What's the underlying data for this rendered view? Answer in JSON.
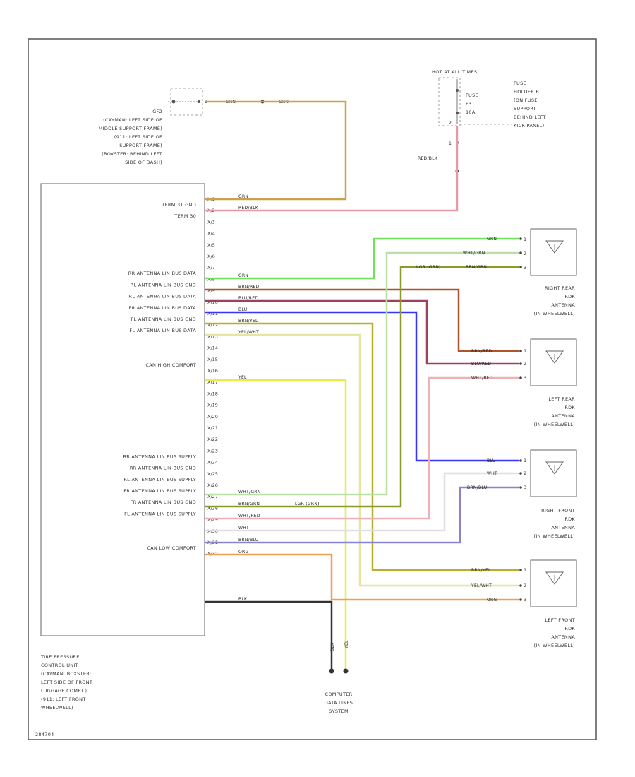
{
  "g1_label": "GF2",
  "g1_desc": [
    "(CAYMAN: LEFT SIDE OF",
    "MIDDLE SUPPORT FRAME)",
    "(911: LEFT SIDE OF",
    "SUPPORT FRAME)",
    "(BOXSTER: BEHIND LEFT",
    "SIDE OF DASH)"
  ],
  "g1_pin": "2",
  "g1_wire": "GRN",
  "fuse_header": "HOT AT ALL TIMES",
  "fuse_label": [
    "FUSE",
    "F3",
    "10A"
  ],
  "fuse_holder": [
    "FUSE",
    "HOLDER B",
    "(ON FUSE",
    "SUPPORT",
    "BEHIND LEFT",
    "KICK PANEL)"
  ],
  "fuse_pin_a": "2",
  "fuse_pin_b": "1",
  "fuse_wire": "RED/BLK",
  "module": {
    "name": [
      "TIRE PRESSURE",
      "CONTROL UNIT",
      "(CAYMAN, BOXSTER:",
      "LEFT SIDE OF FRONT",
      "LUGGAGE COMPT.)",
      "(911: LEFT FRONT",
      "WHEELWELL)"
    ],
    "functions": [
      {
        "row": 1,
        "text": "TERM 31 GND"
      },
      {
        "row": 2,
        "text": "TERM 30"
      },
      {
        "row": 7,
        "text": "RR ANTENNA LIN BUS DATA"
      },
      {
        "row": 8,
        "text": "RL ANTENNA LIN BUS GND"
      },
      {
        "row": 9,
        "text": "RL ANTENNA LIN BUS DATA"
      },
      {
        "row": 10,
        "text": "FR ANTENNA LIN BUS DATA"
      },
      {
        "row": 11,
        "text": "FL ANTENNA LIN BUS GND"
      },
      {
        "row": 12,
        "text": "FL ANTENNA LIN BUS DATA"
      },
      {
        "row": 15,
        "text": "CAN HIGH COMFORT"
      },
      {
        "row": 23,
        "text": "RR ANTENNA LIN BUS SUPPLY"
      },
      {
        "row": 24,
        "text": "RR ANTENNA LIN BUS GND"
      },
      {
        "row": 25,
        "text": "RL ANTENNA LIN BUS SUPPLY"
      },
      {
        "row": 26,
        "text": "FR ANTENNA LIN BUS SUPPLY"
      },
      {
        "row": 27,
        "text": "FR ANTENNA LIN BUS GND"
      },
      {
        "row": 28,
        "text": "FL ANTENNA LIN BUS SUPPLY"
      },
      {
        "row": 31,
        "text": "CAN LOW COMFORT"
      }
    ],
    "pins": [
      "X/1",
      "X/2",
      "X/3",
      "X/4",
      "X/5",
      "X/6",
      "X/7",
      "X/8",
      "X/9",
      "X/10",
      "X/11",
      "X/12",
      "X/13",
      "X/14",
      "X/15",
      "X/16",
      "X/17",
      "X/18",
      "X/19",
      "X/20",
      "X/21",
      "X/22",
      "X/23",
      "X/24",
      "X/25",
      "X/26",
      "X/27",
      "X/28",
      "X/29",
      "X/30",
      "X/31",
      "X/32"
    ]
  },
  "wire_labels": {
    "x1": "GRN",
    "x2": "RED/BLK",
    "x7": "GRN",
    "x8": "BRN/RED",
    "x9": "BLU/RED",
    "x10": "BLU",
    "x11": "BRN/YEL",
    "x12": "YEL/WHT",
    "x15": "YEL",
    "x23": "WHT/GRN",
    "x24": "BRN/GRN",
    "x24b": "LGR (GRN)",
    "x25": "WHT/RED",
    "x26": "WHT",
    "x27": "BRN/BLU",
    "x28": "ORG",
    "x31": "BLK"
  },
  "antennas": [
    {
      "name": [
        "RIGHT REAR",
        "RDK",
        "ANTENNA",
        "(IN WHEELWELL)"
      ],
      "pins": [
        "1",
        "2",
        "3"
      ],
      "wires": [
        "GRN",
        "WHT/GRN",
        "BRN/GRN"
      ],
      "wire_extra": "LGR (GRN)"
    },
    {
      "name": [
        "LEFT REAR",
        "RDK",
        "ANTENNA",
        "(IN WHEELWELL)"
      ],
      "pins": [
        "1",
        "2",
        "3"
      ],
      "wires": [
        "BRN/RED",
        "BLU/RED",
        "WHT/RED"
      ]
    },
    {
      "name": [
        "RIGHT FRONT",
        "RDK",
        "ANTENNA",
        "(IN WHEELWELL)"
      ],
      "pins": [
        "1",
        "2",
        "3"
      ],
      "wires": [
        "BLU",
        "WHT",
        "BRN/BLU"
      ]
    },
    {
      "name": [
        "LEFT FRONT",
        "RDK",
        "ANTENNA",
        "(IN WHEELWELL)"
      ],
      "pins": [
        "1",
        "2",
        "3"
      ],
      "wires": [
        "BRN/YEL",
        "YEL/WHT",
        "ORG"
      ]
    }
  ],
  "bottom_wires": [
    "BLK",
    "YEL"
  ],
  "bottom_label": [
    "COMPUTER",
    "DATA LINES",
    "SYSTEM"
  ],
  "figure_id": "284704",
  "colors": {
    "grn_brown": "#c9a24a",
    "red_blk": "#e79aa6",
    "green": "#6fe35a",
    "brn_red": "#b0522a",
    "blu_red": "#a0405e",
    "blue": "#3535ff",
    "brn_yel": "#b6b02a",
    "yel_wht": "#e6e6a0",
    "yellow": "#ecec42",
    "wht_grn": "#b9e0a6",
    "brn_grn": "#8c9a2a",
    "wht_red": "#f0b0b8",
    "white": "#e0e0e0",
    "brn_blu": "#8a84d0",
    "orange": "#f0a050",
    "black": "#333333"
  }
}
